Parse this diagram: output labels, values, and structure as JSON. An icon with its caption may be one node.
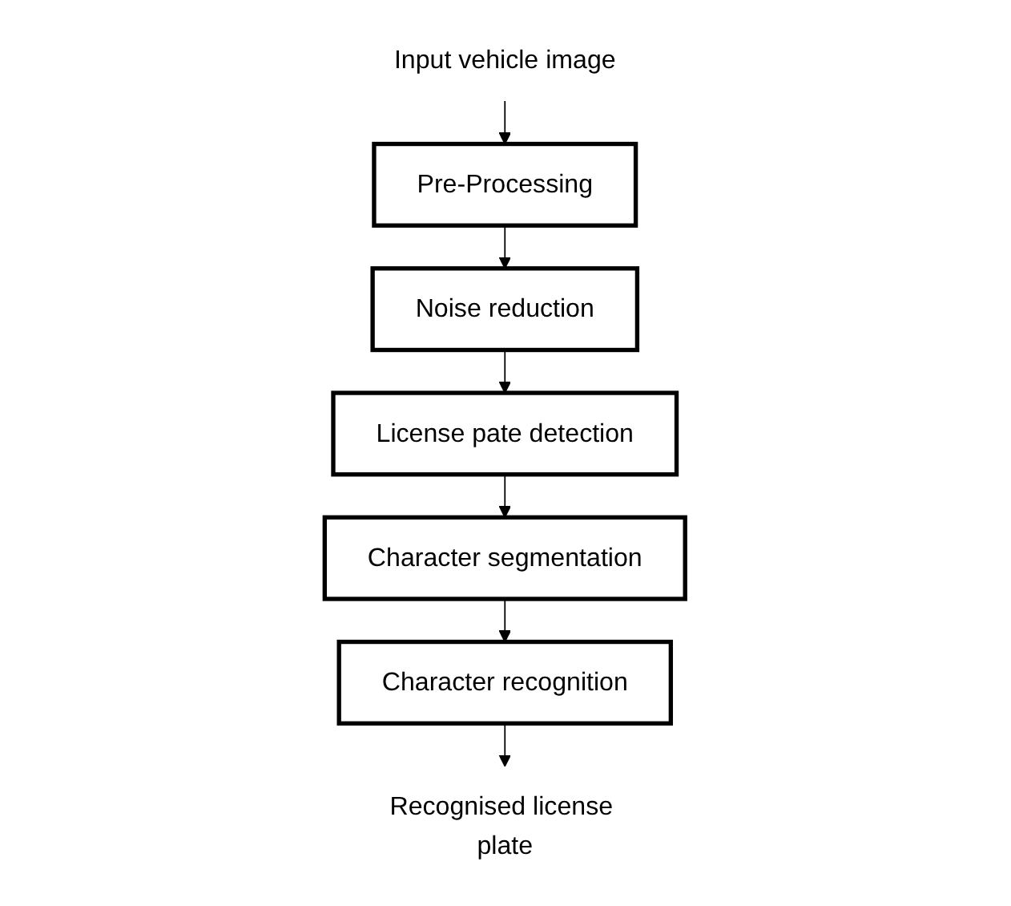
{
  "diagram": {
    "nodes": [
      {
        "text": [
          "Input vehicle image"
        ]
      },
      {
        "text": [
          "Pre-Processing"
        ]
      },
      {
        "text": [
          "Noise reduction"
        ]
      },
      {
        "text": [
          "License pate detection"
        ]
      },
      {
        "text": [
          "Character segmentation"
        ]
      },
      {
        "text": [
          "Character recognition"
        ]
      },
      {
        "text": [
          "Recognised license plate"
        ]
      }
    ],
    "edges": [
      {
        "from": 0,
        "to": 1,
        "arrow": "to"
      },
      {
        "from": 1,
        "to": 2,
        "arrow": "to"
      },
      {
        "from": 2,
        "to": 3,
        "arrow": "to"
      },
      {
        "from": 3,
        "to": 4,
        "arrow": "to"
      },
      {
        "from": 4,
        "to": 5,
        "arrow": "to"
      },
      {
        "from": 5,
        "to": 6,
        "arrow": "to"
      }
    ]
  }
}
